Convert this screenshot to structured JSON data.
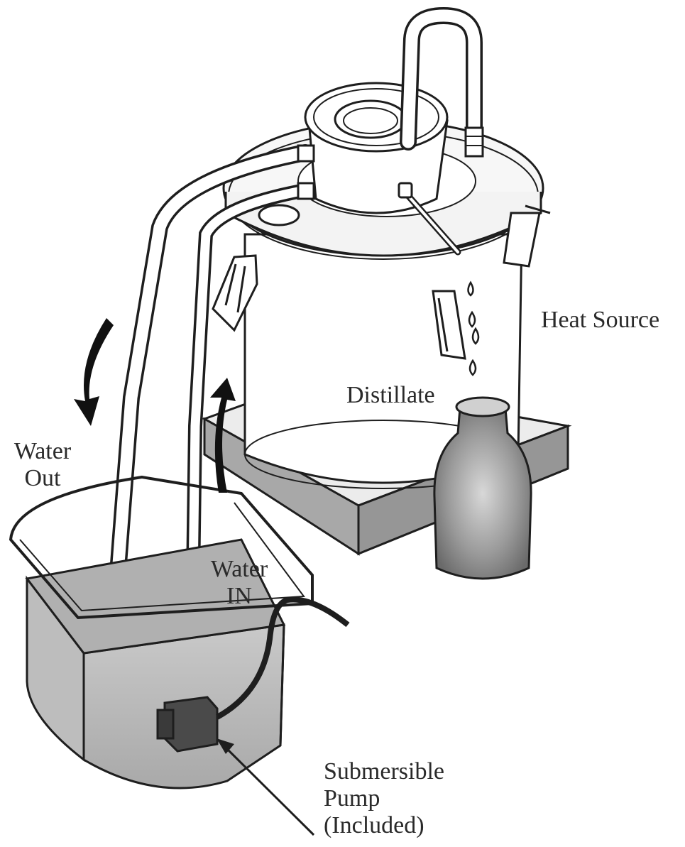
{
  "labels": {
    "heat_source": "Heat Source",
    "distillate": "Distillate",
    "water_out": [
      "Water",
      "Out"
    ],
    "water_in": [
      "Water",
      "IN"
    ],
    "pump": [
      "Submersible",
      "Pump",
      "(Included)"
    ]
  },
  "colors": {
    "line": "#1e1e1e",
    "stand_top": "#e9e9e9",
    "stand_side": "#9c9c9c",
    "water": "#b9b9b9",
    "pump": "#4a4a4a",
    "arrow": "#111111"
  }
}
